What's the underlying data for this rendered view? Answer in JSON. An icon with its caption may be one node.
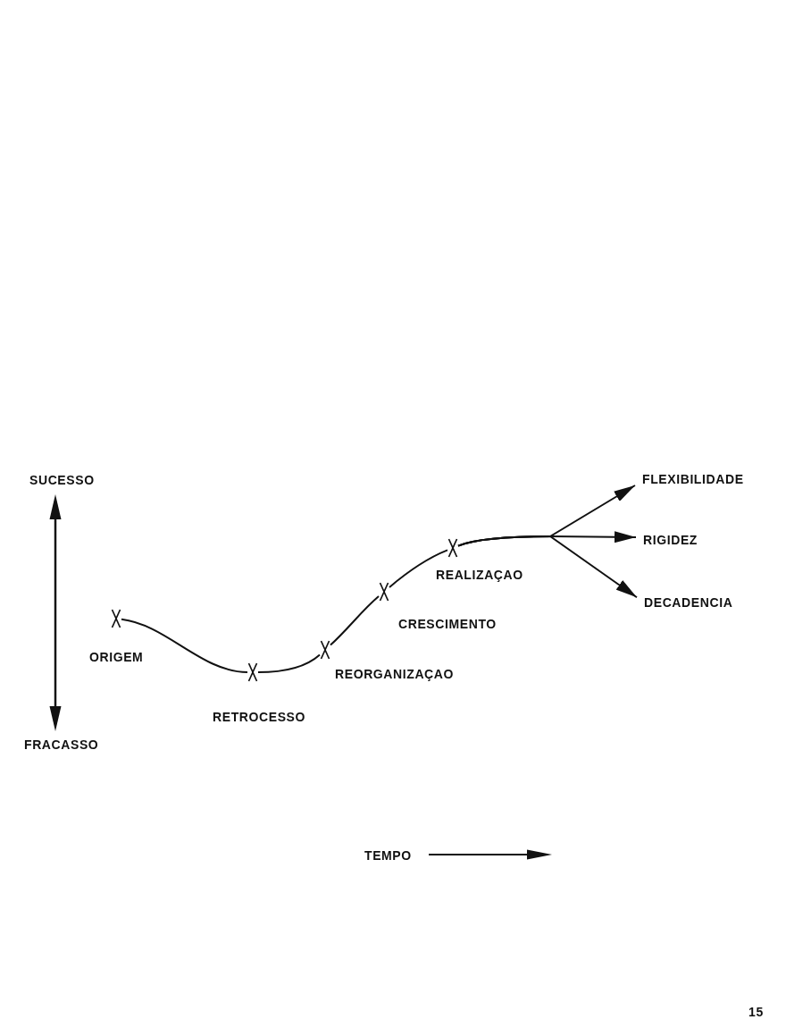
{
  "diagram": {
    "nodes": [
      {
        "text": [],
        "shape": "cross",
        "beside": [
          "ORIGEM"
        ]
      },
      {
        "text": [],
        "shape": "cross",
        "beside": [
          "RETROCESSO"
        ]
      },
      {
        "text": [],
        "shape": "cross",
        "beside": [
          "REORGANIZAÇAO"
        ]
      },
      {
        "text": [],
        "shape": "cross",
        "beside": [
          "CRESCIMENTO"
        ]
      },
      {
        "text": [],
        "shape": "cross",
        "beside": [
          "REALIZAÇAO"
        ]
      },
      {
        "text": [
          "FLEXIBILIDADE"
        ]
      },
      {
        "text": [
          "RIGIDEZ"
        ]
      },
      {
        "text": [
          "DECADENCIA"
        ]
      }
    ],
    "edges": [
      {
        "from": 0,
        "to": 1,
        "arrow": "none"
      },
      {
        "from": 1,
        "to": 2,
        "arrow": "none"
      },
      {
        "from": 2,
        "to": 3,
        "arrow": "none"
      },
      {
        "from": 3,
        "to": 4,
        "arrow": "none"
      },
      {
        "from": 4,
        "to": 5,
        "arrow": "to"
      },
      {
        "from": 4,
        "to": 6,
        "arrow": "to"
      },
      {
        "from": 4,
        "to": 7,
        "arrow": "to"
      }
    ],
    "labels": [
      "SUCESSO",
      "FRACASSO",
      "TEMPO",
      "15"
    ]
  }
}
